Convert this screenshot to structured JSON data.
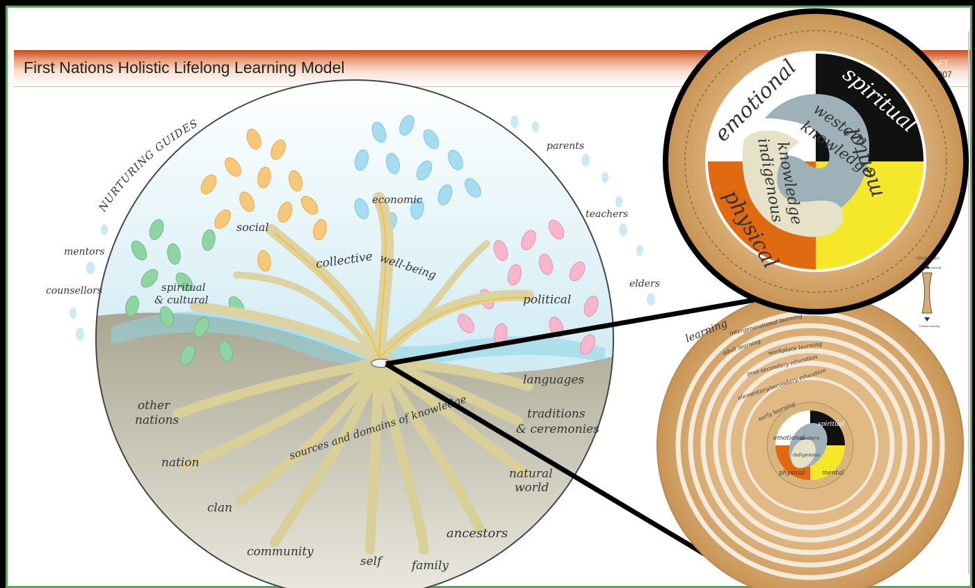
{
  "header": {
    "title": "First Nations Holistic Lifelong Learning Model",
    "draft_line1": "DRAFT",
    "draft_line2": "2007"
  },
  "main_circle": {
    "arc_label": "NURTURING GUIDES",
    "guides": [
      "parents",
      "teachers",
      "elders",
      "mentors",
      "counsellors"
    ],
    "branches": [
      "social",
      "economic",
      "spiritual",
      "& cultural",
      "political"
    ],
    "center_labels": [
      "collective",
      "well-being"
    ],
    "roots_label": "sources and domains of knowledge",
    "roots": [
      "other",
      "nations",
      "nation",
      "clan",
      "community",
      "self",
      "family",
      "ancestors",
      "natural",
      "world",
      "languages",
      "traditions",
      "& ceremonies"
    ]
  },
  "zoom_circle": {
    "quadrants": [
      "emotional",
      "spiritual",
      "physical",
      "mental"
    ],
    "inner": [
      "western",
      "knowledge",
      "indigenous",
      "knowledge"
    ]
  },
  "rings": {
    "side_label": "learning",
    "labels": [
      "intergenerational learning",
      "adult learning",
      "workplace learning",
      "post-secondary education",
      "elementary/secondary education",
      "early learning"
    ],
    "core": [
      "emotional",
      "spiritual",
      "western",
      "indigenous",
      "physical",
      "mental"
    ]
  },
  "colour_key": {
    "title": "COLOUR KEY",
    "top": "Informal Learning",
    "bottom": "Formal Learning"
  },
  "colors": {
    "sky": "#bfe3ef",
    "ground": "#b4b29c",
    "tan": "#d6ac73",
    "orange": "#e06a12",
    "yellow": "#f5e82a",
    "black": "#111111",
    "grey_blue": "#9fb1b8",
    "cream": "#e6e2c8"
  }
}
